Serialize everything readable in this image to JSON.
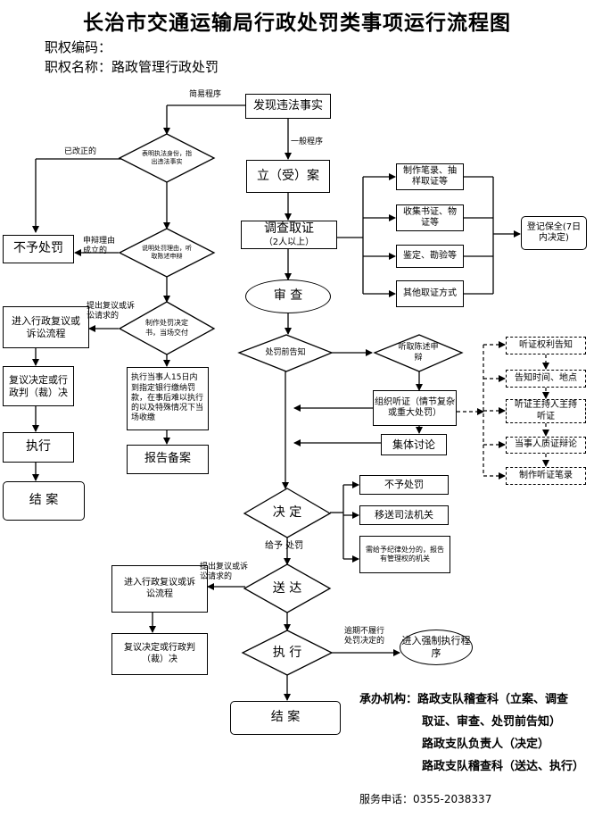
{
  "title": "长治市交通运输局行政处罚类事项运行流程图",
  "authority_code_label": "职权编码：",
  "authority_name_label": "职权名称：",
  "authority_name": "路政管理行政处罚",
  "nodes": {
    "discover": "发现违法事实",
    "file_case": "立（受）案",
    "investigate": "调查取证",
    "investigate_sub": "（2人以上）",
    "review": "审 查",
    "notify": "处罚前告知",
    "hearing_req": "听取陈述申 辩",
    "organize_hearing": "组织听证（情节复杂或重大处罚）",
    "collective": "集体讨论",
    "decide": "决 定",
    "deliver": "送 达",
    "execute": "执 行",
    "close": "结 案",
    "forced": "进入强制执行程序",
    "record_transcript": "制作笔录、抽样取证等",
    "collect_docs": "收集书证、物证等",
    "appraise": "鉴定、勘验等",
    "other_evidence": "其他取证方式",
    "preserve": "登记保全(7日内决定)",
    "hear_notice": "听证权利告知",
    "hear_time": "告知时间、地点",
    "hear_host": "听证主持人主持听证",
    "hear_debate": "当事人质证辩论",
    "hear_record": "制作听证笔录",
    "no_penalty_r": "不予处罚",
    "transfer": "移送司法机关",
    "disciplinary": "需给予纪律处分的，报告有管理权的机关",
    "show_id": "表明执法身份，指出违法事实",
    "explain": "说明处罚理由，听取陈述申辩",
    "make_decision": "制作处罚决定书，当场交付",
    "no_penalty_l": "不予处罚",
    "admin_review_l": "进入行政复议或诉讼流程",
    "review_decide_l": "复议决定或行政判（裁）决",
    "execute_l": "执行",
    "close_l": "结 案",
    "pay_fine": "执行当事人15日内到指定银行缴纳罚款，在事后难以执行的以及特殊情况下当场收缴",
    "report": "报告备案",
    "admin_review_b": "进入行政复议或诉讼流程",
    "review_decide_b": "复议决定或行政判（裁）决"
  },
  "labels": {
    "simple": "简易程序",
    "general": "一般程序",
    "corrected": "已改正的",
    "defense_ok": "申辩理由成立的",
    "appeal_1": "提出复议或诉讼请求的",
    "appeal_2": "提出复议或诉讼请求的",
    "give_penalty": "给予 处罚",
    "overdue": "逾期不履行处罚决定的"
  },
  "footer": {
    "dept_label": "承办机构：",
    "dept_1": "路政支队稽查科（立案、调查",
    "dept_1b": "取证、审查、处罚前告知）",
    "dept_2": "路政支队负责人（决定）",
    "dept_3": "路政支队稽查科（送达、执行）",
    "phone_label": "服务申话：",
    "phone": "0355-2038337"
  }
}
